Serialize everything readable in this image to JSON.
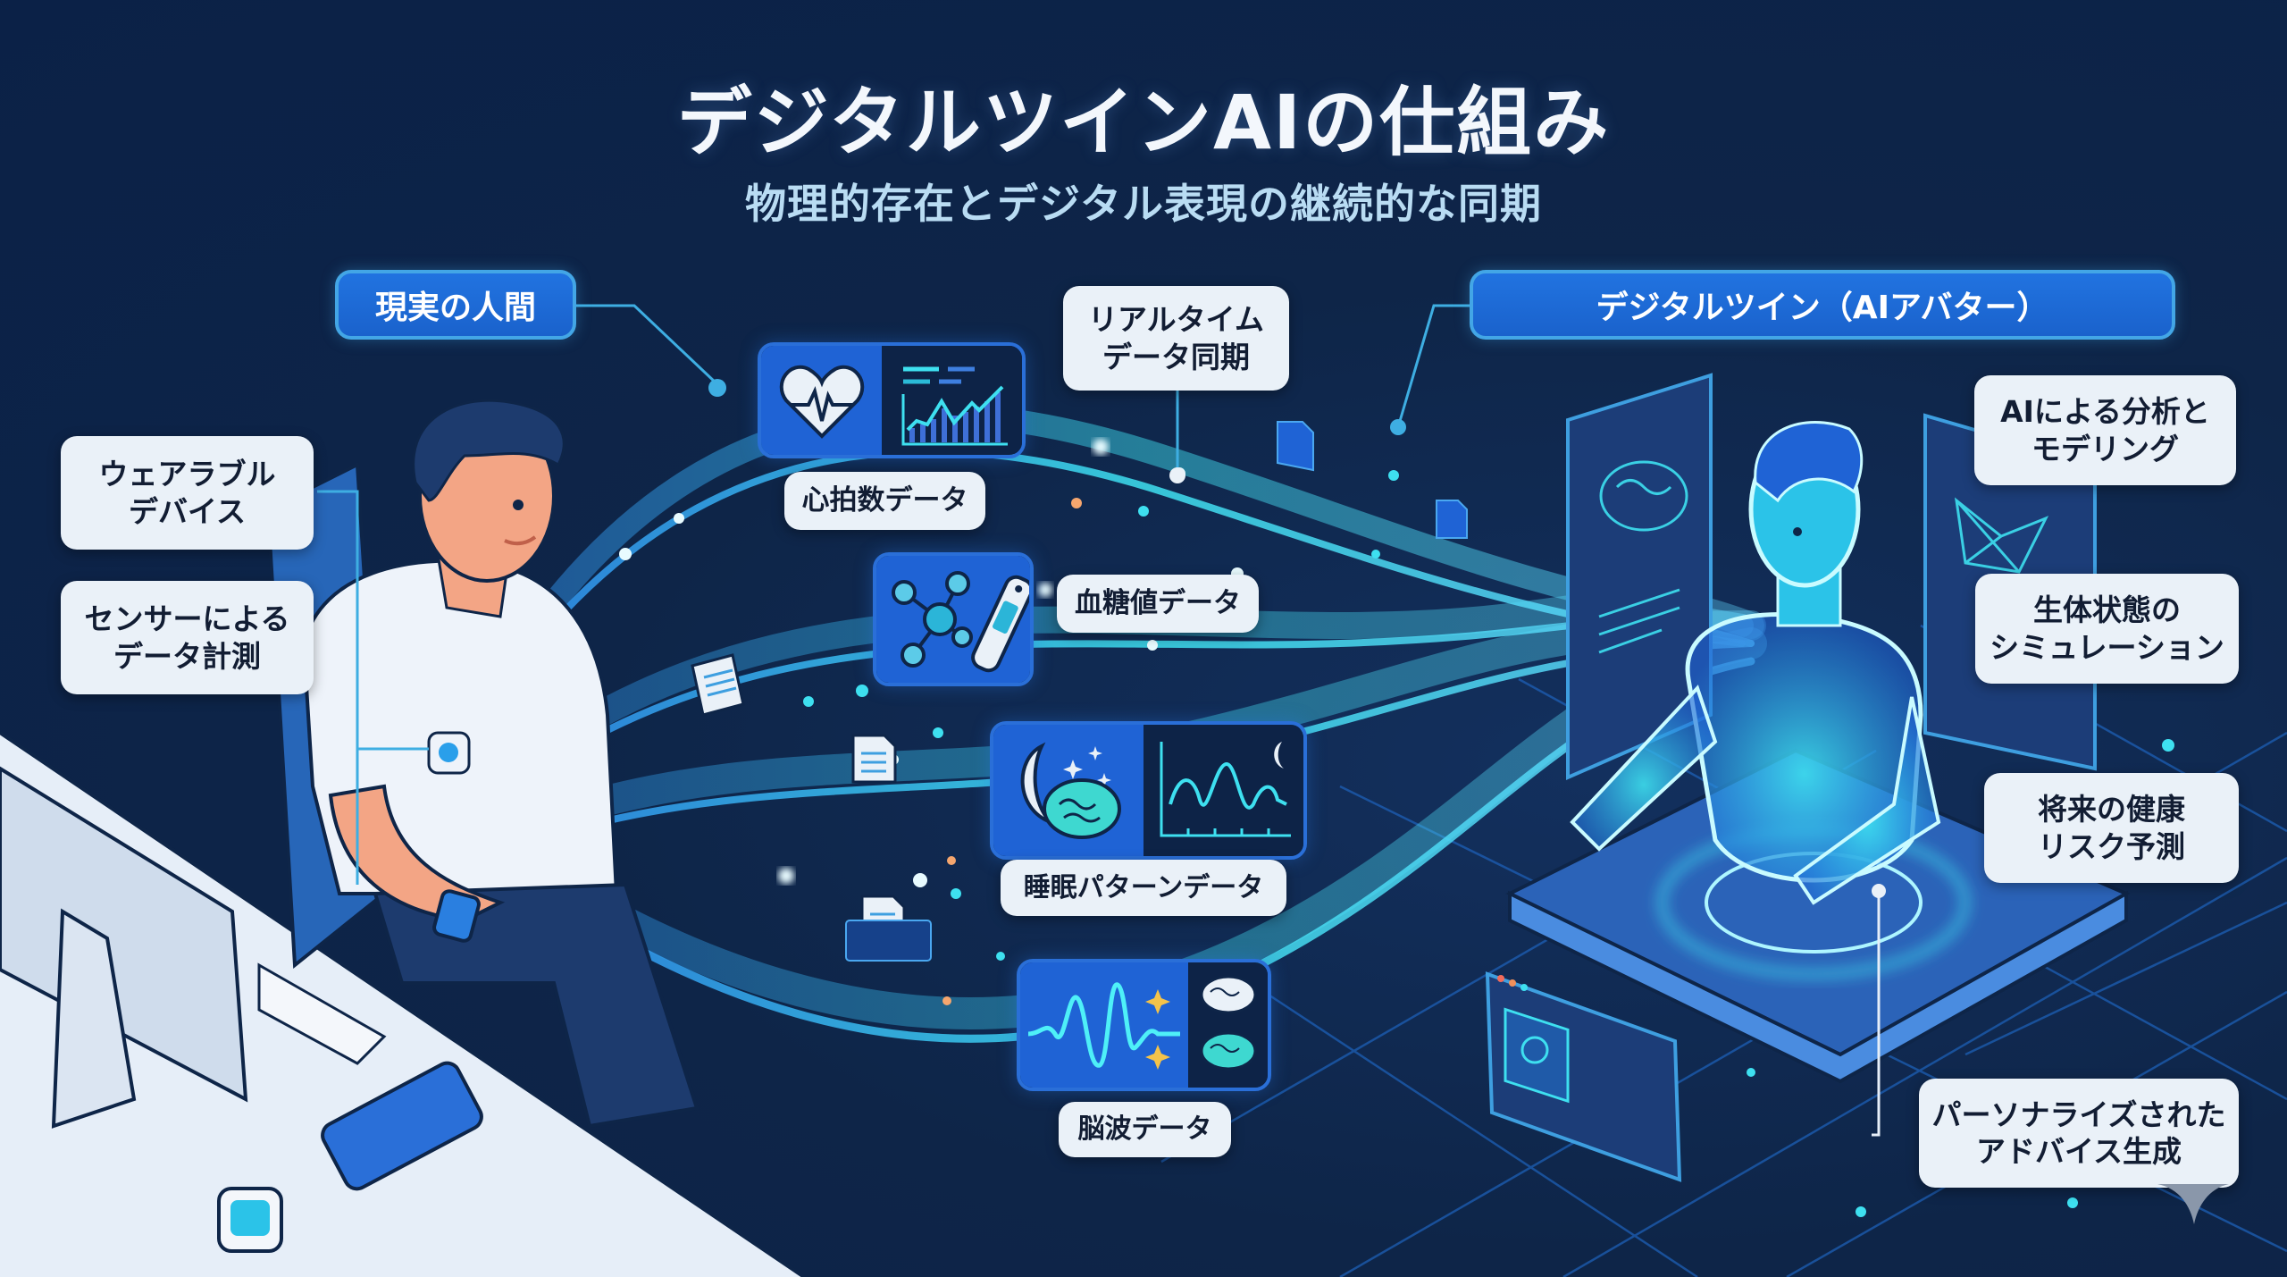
{
  "header": {
    "title": "デジタルツインAIの仕組み",
    "subtitle": "物理的存在とデジタル表現の継続的な同期"
  },
  "sections": {
    "real_human": {
      "label": "現実の人間"
    },
    "digital_twin": {
      "label": "デジタルツイン（AIアバター）"
    }
  },
  "left_callouts": [
    {
      "label": "ウェアラブル\nデバイス"
    },
    {
      "label": "センサーによる\nデータ計測"
    }
  ],
  "sync_callout": {
    "label": "リアルタイム\nデータ同期"
  },
  "data_streams": [
    {
      "label": "心拍数データ",
      "icon": "heart-pulse-icon",
      "chart": "line-bar-chart"
    },
    {
      "label": "血糖値データ",
      "icon": "molecule-glucose-meter-icon"
    },
    {
      "label": "睡眠パターンデータ",
      "icon": "moon-brain-icon",
      "chart": "sleep-wave-chart"
    },
    {
      "label": "脳波データ",
      "icon": "brain-wave-icon"
    }
  ],
  "right_callouts": [
    {
      "label": "AIによる分析と\nモデリング"
    },
    {
      "label": "生体状態の\nシミュレーション"
    },
    {
      "label": "将来の健康\nリスク予測"
    },
    {
      "label": "パーソナライズされた\nアドバイス生成"
    }
  ],
  "colors": {
    "background": "#0b2147",
    "accent_blue": "#1f6ad8",
    "accent_cyan": "#3ee0f0",
    "callout_bg": "#eaf1f8",
    "text_dark": "#121d33",
    "subtitle": "#b9dcf3"
  }
}
